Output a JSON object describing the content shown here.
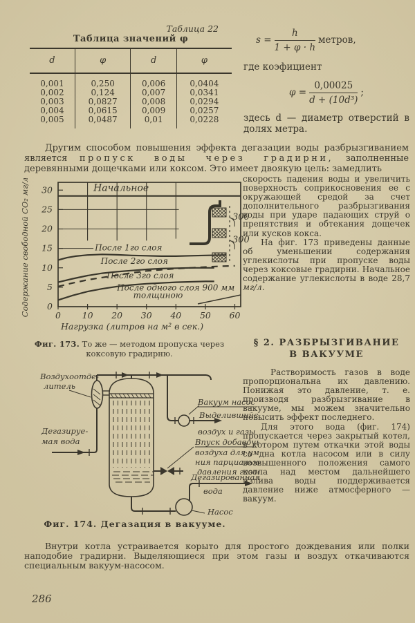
{
  "page": {
    "number": "286"
  },
  "table": {
    "corner_label": "Таблица 22",
    "title": "Таблица значений φ",
    "headers": [
      "d",
      "φ",
      "d",
      "φ"
    ],
    "rows": [
      [
        "0,001",
        "0,250",
        "0,006",
        "0,0404"
      ],
      [
        "0,002",
        "0,124",
        "0,007",
        "0,0341"
      ],
      [
        "0,003",
        "0,0827",
        "0,008",
        "0,0294"
      ],
      [
        "0,004",
        "0,0615",
        "0,009",
        "0,0257"
      ],
      [
        "0,005",
        "0,0487",
        "0,01",
        "0,0228"
      ]
    ]
  },
  "formulas": {
    "s_lhs": "s =",
    "s_num": "h",
    "s_den": "1 + φ · h",
    "s_unit": "метров,",
    "where_text": "где коэфициент",
    "phi_lhs": "φ =",
    "phi_num": "0,00025",
    "phi_den": "d + (10d³)",
    "phi_end": ";",
    "definition": "здесь d — диаметр отверстий в долях метра."
  },
  "paragraph1": {
    "before": "Другим способом повышения эффекта дегазации воды разбрызгиванием является ",
    "spaced": "пропуск воды через градирни,",
    "after": " заполненные деревянными дощечками или коксом. Это имеет двоякую цель: замедлить"
  },
  "right_column": {
    "p1": "скорость падения воды и увеличить поверхность соприкосновения ее с окружающей средой за счет дополнительного разбрызгивания воды при ударе падающих струй о препятствия и обтекания дощечек или кусков кокса.",
    "p2": "На фиг. 173 приведены данные об уменьшении содержания углекислоты при пропуске воды через коксовые градирни. Начальное содержание углекислоты в воде 28,7 ",
    "p2_unit": "мг/л.",
    "heading_line1": "§ 2. РАЗБРЫЗГИВАНИЕ",
    "heading_line2": "В ВАКУУМЕ",
    "p3": "Растворимость газов в воде пропорциональна их давлению. Понижая это давление, т. е. производя разбрызгивание в вакууме, мы можем значительно повысить эффект последнего.",
    "p4": "Для этого вода (фиг. 174) пропускается через закрытый котел, в котором путем откачки этой воды со дна котла насосом или в силу возвышенного положения самого котла над местом дальнейшего излива воды поддерживается давление ниже атмосферного — вакуум."
  },
  "fig173": {
    "caption_bold": "Фиг. 173.",
    "caption_rest": " То же — методом пропуска через коксовую градирню."
  },
  "fig174": {
    "caption": "Фиг. 174. Дегазация в вакууме.",
    "labels": {
      "air_separator_l1": "Воздухоотде-",
      "air_separator_l2": "литель",
      "feed_l1": "Дегазируе-",
      "feed_l2": "мая вода",
      "vacuum_pump": "Вакуум насос",
      "released_l1": "Выделившийся",
      "released_l2": "воздух и газы",
      "air_inlet_l1": "Впуск добавочного",
      "air_inlet_l2": "воздуха для уменьше-",
      "air_inlet_l3": "ния парциального",
      "air_inlet_l4": "давления газов",
      "degassed_l1": "Дегазированная",
      "degassed_l2": "вода",
      "pump": "Насос"
    }
  },
  "bottom_paragraph": "Внутри котла устраивается корыто для простого дождевания или полки наподобие градирни. Выделяющиеся при этом газы и воздух откачиваются специальным вакуум-насосом.",
  "chart_data": {
    "type": "line",
    "title": "",
    "xlabel": "Нагрузка (литров на м² в сек.)",
    "ylabel": "Содержание свободной CO₂  мг/л",
    "xlim": [
      0,
      62
    ],
    "ylim": [
      0,
      32
    ],
    "xticks": [
      0,
      10,
      20,
      30,
      40,
      50,
      60
    ],
    "yticks": [
      0,
      5,
      10,
      15,
      20,
      25,
      30
    ],
    "grid": {
      "v": [
        {
          "x": 10,
          "y1": 17,
          "y2": 32
        },
        {
          "x": 20,
          "y1": 17,
          "y2": 32
        },
        {
          "x": 30,
          "y1": 17,
          "y2": 32
        },
        {
          "x": 40,
          "y1": 17.5,
          "y2": 32
        }
      ],
      "h": [
        {
          "y": 25,
          "x1": 0,
          "x2": 41
        },
        {
          "y": 20,
          "x1": 0,
          "x2": 41
        },
        {
          "y": 15,
          "x1": 0,
          "x2": 12
        }
      ]
    },
    "series": [
      {
        "name": "Начальное",
        "dashed": false,
        "points": [
          [
            0,
            28.5
          ],
          [
            62,
            28.5
          ]
        ],
        "labels": [
          {
            "text": "Начальное",
            "x": 12,
            "y": 29.8,
            "size": 14
          }
        ]
      },
      {
        "name": "После 1го слоя",
        "dashed": false,
        "points": [
          [
            0,
            12
          ],
          [
            3,
            12.6
          ],
          [
            6,
            13
          ],
          [
            10,
            13.3
          ],
          [
            15,
            13.45
          ],
          [
            20,
            13.35
          ],
          [
            25,
            13.2
          ],
          [
            30,
            13.1
          ],
          [
            35,
            13
          ],
          [
            40,
            13
          ],
          [
            45,
            13.1
          ],
          [
            50,
            13.2
          ],
          [
            57,
            13.3
          ]
        ],
        "labels": [
          {
            "text": "После 1го слоя",
            "x": 12.5,
            "y": 14.5,
            "size": 12
          }
        ]
      },
      {
        "name": "После 2го слоя",
        "dashed": false,
        "points": [
          [
            0,
            6.3
          ],
          [
            5,
            7.2
          ],
          [
            10,
            8
          ],
          [
            15,
            8.6
          ],
          [
            20,
            9
          ],
          [
            25,
            9.3
          ],
          [
            30,
            9.6
          ],
          [
            35,
            9.8
          ],
          [
            40,
            9.9
          ],
          [
            45,
            10
          ],
          [
            50,
            10
          ],
          [
            53,
            10
          ]
        ],
        "labels": [
          {
            "text": "После 2го слоя",
            "x": 14.5,
            "y": 11,
            "size": 12
          }
        ]
      },
      {
        "name": "После 3го слоя",
        "dashed": false,
        "points": [
          [
            0,
            1.7
          ],
          [
            5,
            2.9
          ],
          [
            10,
            3.9
          ],
          [
            15,
            4.6
          ],
          [
            20,
            5.2
          ],
          [
            25,
            5.6
          ],
          [
            30,
            5.9
          ],
          [
            35,
            6.1
          ],
          [
            40,
            6.3
          ],
          [
            45,
            6.4
          ],
          [
            50,
            6.5
          ],
          [
            53,
            6.5
          ]
        ],
        "labels": [
          {
            "text": "После 3го слоя",
            "x": 16.5,
            "y": 7.3,
            "size": 12
          }
        ]
      },
      {
        "name": "После одного слоя 900 мм толщиною",
        "dashed": true,
        "points": [
          [
            0,
            5.2
          ],
          [
            5,
            6.1
          ],
          [
            10,
            6.9
          ],
          [
            15,
            7.5
          ],
          [
            20,
            8.1
          ],
          [
            25,
            8.7
          ],
          [
            30,
            9.2
          ],
          [
            35,
            9.5
          ],
          [
            40,
            9.8
          ],
          [
            45,
            10
          ],
          [
            50,
            10.2
          ],
          [
            55,
            10.4
          ],
          [
            60,
            10.5
          ]
        ],
        "labels": [
          {
            "text": "После одного слоя 900 мм",
            "x": 20,
            "y": 4.2,
            "size": 12
          },
          {
            "text": "толщиною",
            "x": 25.5,
            "y": 2.2,
            "size": 12
          }
        ]
      }
    ],
    "inset": {
      "dimension_labels": [
        "300",
        "300"
      ]
    }
  }
}
